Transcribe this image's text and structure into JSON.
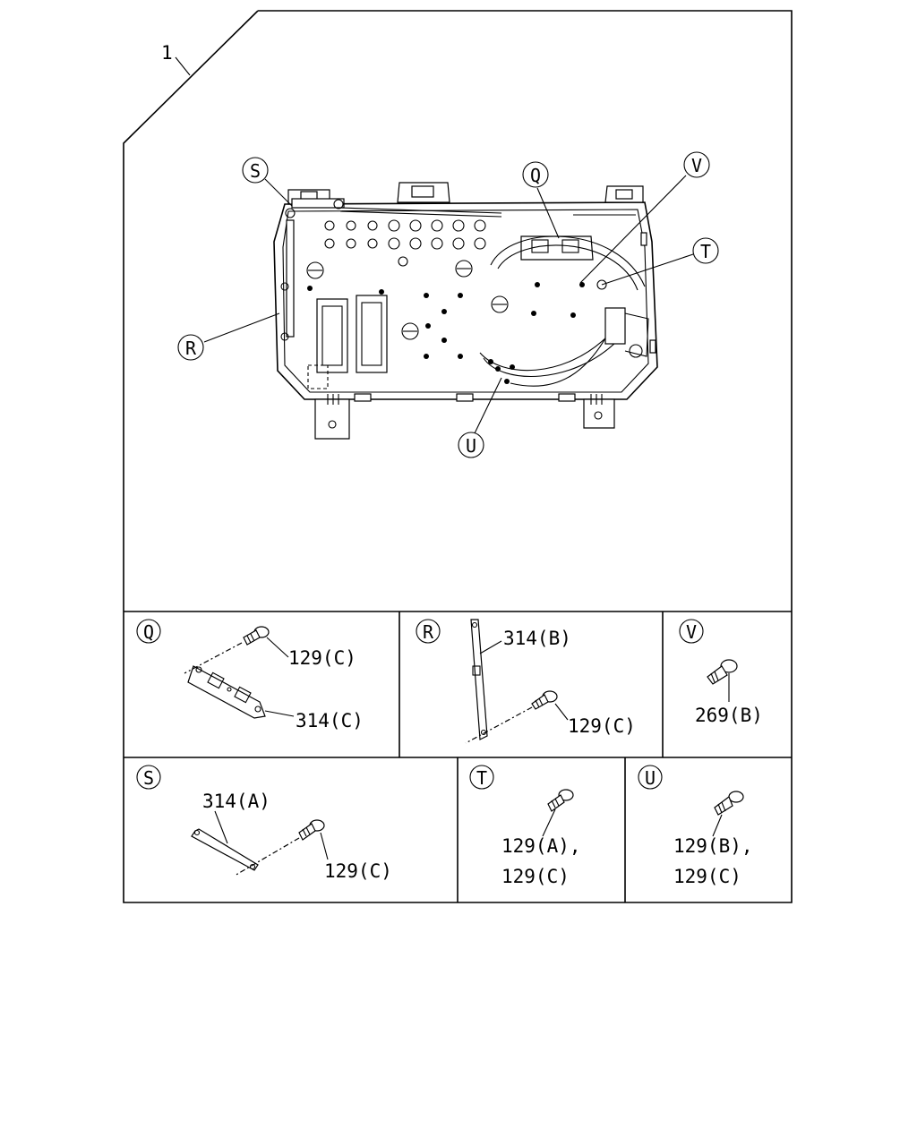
{
  "diagram": {
    "assembly_label": "1",
    "callouts": {
      "Q": "Q",
      "R": "R",
      "S": "S",
      "T": "T",
      "U": "U",
      "V": "V"
    },
    "detail_Q": {
      "key": "Q",
      "screw_label": "129(C)",
      "bracket_label": "314(C)"
    },
    "detail_R": {
      "key": "R",
      "bracket_label": "314(B)",
      "screw_label": "129(C)"
    },
    "detail_V": {
      "key": "V",
      "screw_label": "269(B)"
    },
    "detail_S": {
      "key": "S",
      "bracket_label": "314(A)",
      "screw_label": "129(C)"
    },
    "detail_T": {
      "key": "T",
      "screw_label_1": "129(A),",
      "screw_label_2": "129(C)"
    },
    "detail_U": {
      "key": "U",
      "screw_label_1": "129(B),",
      "screw_label_2": "129(C)"
    }
  }
}
